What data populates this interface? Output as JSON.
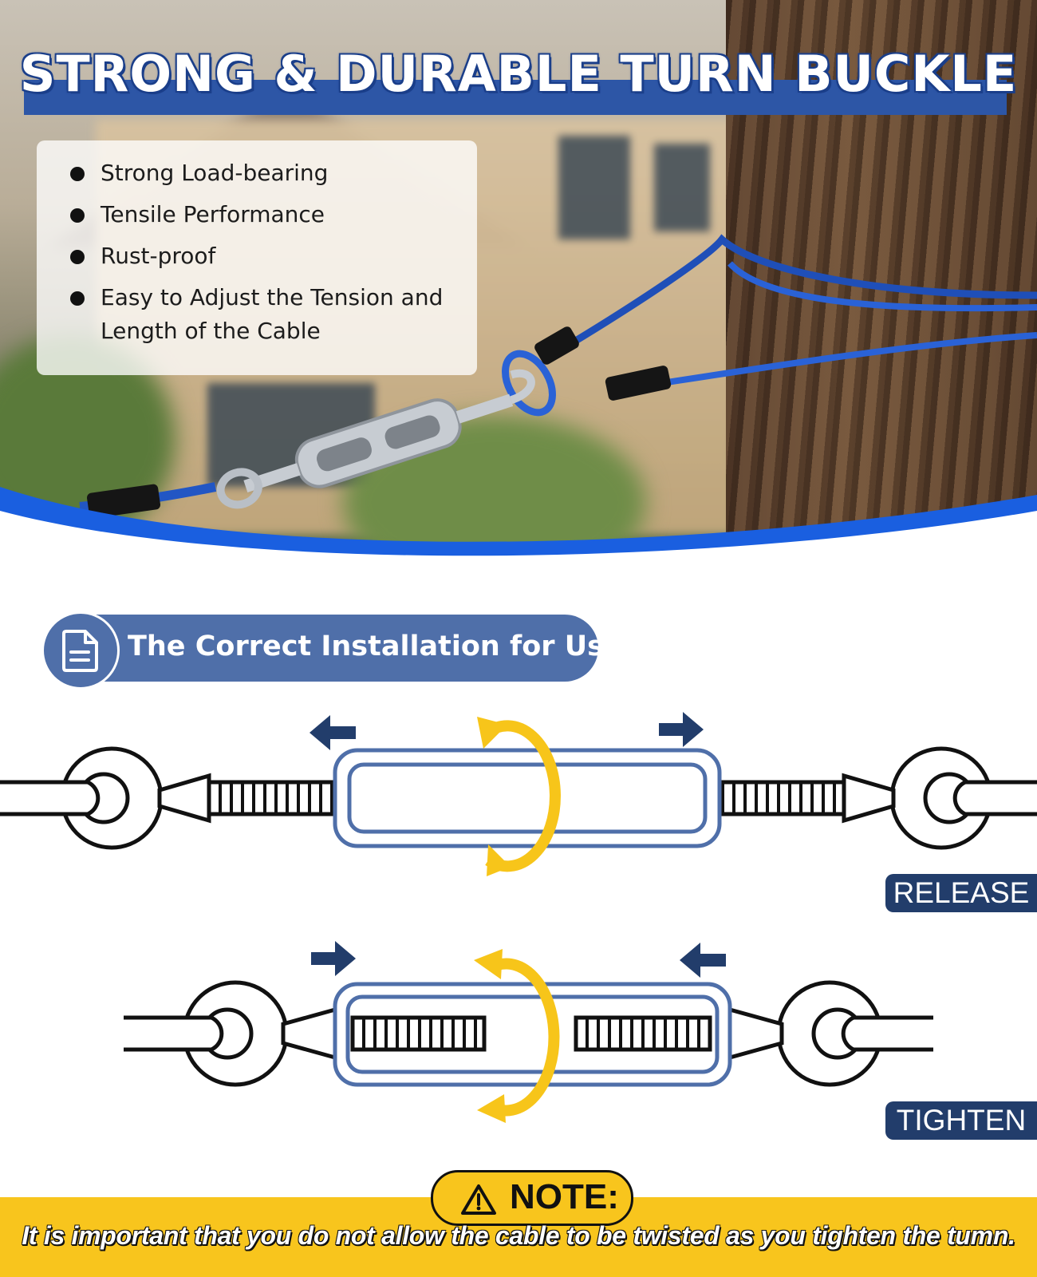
{
  "hero": {
    "title": "STRONG & DURABLE TURN BUCKLE",
    "features": [
      {
        "line1": "Strong Load-bearing",
        "line2": ""
      },
      {
        "line1": "Tensile Performance",
        "line2": ""
      },
      {
        "line1": "Rust-proof",
        "line2": ""
      },
      {
        "line1": "Easy to Adjust the Tension and",
        "line2": "Length of the Cable"
      }
    ]
  },
  "installation": {
    "title": "The Correct Installation for Use",
    "icon": "document-icon",
    "release_label": "RELEASE",
    "tighten_label": "TIGHTEN"
  },
  "note": {
    "label": "NOTE:",
    "icon": "warning-icon",
    "text": "It is important that you do not allow the cable to be twisted as you tighten the tumn."
  },
  "colors": {
    "brand_blue": "#2d56a6",
    "pill_blue": "#4f6fa9",
    "navy": "#223d6b",
    "rotation_yellow": "#f7c51a",
    "note_yellow": "#f8c51d"
  }
}
